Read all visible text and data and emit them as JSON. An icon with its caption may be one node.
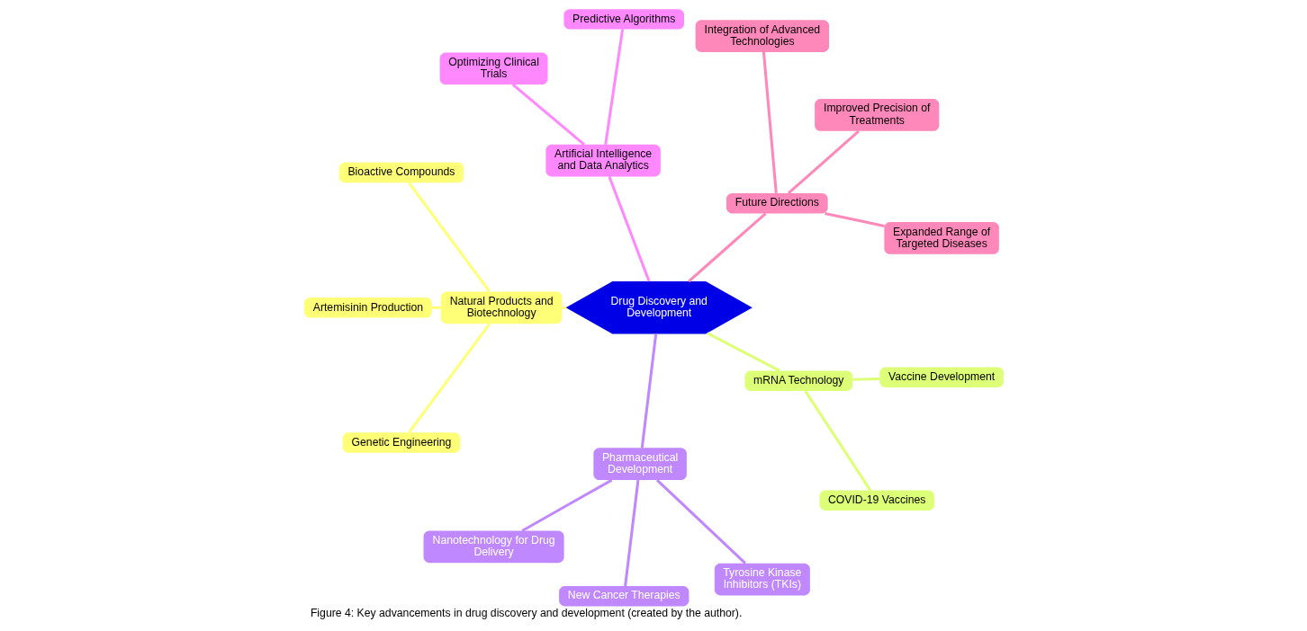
{
  "diagram": {
    "caption": "Figure 4: Key advancements in drug discovery and development (created by the author).",
    "nodes": [
      {
        "text": [
          "Drug Discovery and Development"
        ]
      },
      {
        "text": [
          "Future Directions"
        ]
      },
      {
        "text": [
          "Expanded Range of Targeted Diseases"
        ]
      },
      {
        "text": [
          "Improved Precision of Treatments"
        ]
      },
      {
        "text": [
          "Integration of Advanced Technologies"
        ]
      },
      {
        "text": [
          "Artificial Intelligence and Data Analytics"
        ]
      },
      {
        "text": [
          "Predictive Algorithms"
        ]
      },
      {
        "text": [
          "Optimizing Clinical Trials"
        ]
      },
      {
        "text": [
          "Natural Products and Biotechnology"
        ]
      },
      {
        "text": [
          "Bioactive Compounds"
        ]
      },
      {
        "text": [
          "Artemisinin Production"
        ]
      },
      {
        "text": [
          "Genetic Engineering"
        ]
      },
      {
        "text": [
          "Pharmaceutical Development"
        ]
      },
      {
        "text": [
          "Nanotechnology for Drug Delivery"
        ]
      },
      {
        "text": [
          "New Cancer Therapies"
        ]
      },
      {
        "text": [
          "Tyrosine Kinase Inhibitors (TKIs)"
        ]
      },
      {
        "text": [
          "mRNA Technology"
        ]
      },
      {
        "text": [
          "COVID-19 Vaccines"
        ]
      },
      {
        "text": [
          "Vaccine Development"
        ]
      }
    ],
    "edges": [
      {
        "from": 0,
        "to": 1,
        "arrow": "none",
        "color": "#ff88bb"
      },
      {
        "from": 1,
        "to": 2,
        "arrow": "none",
        "color": "#ff88bb"
      },
      {
        "from": 1,
        "to": 3,
        "arrow": "none",
        "color": "#ff88bb"
      },
      {
        "from": 1,
        "to": 4,
        "arrow": "none",
        "color": "#ff88bb"
      },
      {
        "from": 0,
        "to": 5,
        "arrow": "none",
        "color": "#ff88ff"
      },
      {
        "from": 5,
        "to": 6,
        "arrow": "none",
        "color": "#ff88ff"
      },
      {
        "from": 5,
        "to": 7,
        "arrow": "none",
        "color": "#ff88ff"
      },
      {
        "from": 0,
        "to": 8,
        "arrow": "none",
        "color": "#ffff77"
      },
      {
        "from": 8,
        "to": 9,
        "arrow": "none",
        "color": "#ffff77"
      },
      {
        "from": 8,
        "to": 10,
        "arrow": "none",
        "color": "#ffff77"
      },
      {
        "from": 8,
        "to": 11,
        "arrow": "none",
        "color": "#ffff77"
      },
      {
        "from": 0,
        "to": 12,
        "arrow": "none",
        "color": "#c088ff"
      },
      {
        "from": 12,
        "to": 13,
        "arrow": "none",
        "color": "#c088ff"
      },
      {
        "from": 12,
        "to": 14,
        "arrow": "none",
        "color": "#c088ff"
      },
      {
        "from": 12,
        "to": 15,
        "arrow": "none",
        "color": "#c088ff"
      },
      {
        "from": 0,
        "to": 16,
        "arrow": "none",
        "color": "#ddff77"
      },
      {
        "from": 16,
        "to": 17,
        "arrow": "none",
        "color": "#ddff77"
      },
      {
        "from": 16,
        "to": 18,
        "arrow": "none",
        "color": "#ddff77"
      }
    ]
  }
}
